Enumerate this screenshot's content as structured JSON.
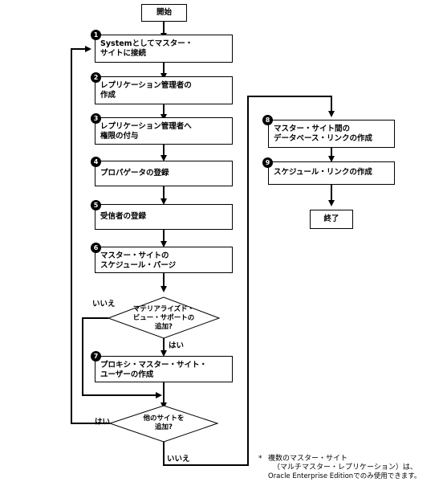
{
  "start": "開始",
  "end": "終了",
  "steps": [
    {
      "num": "1",
      "lines": [
        "Systemとしてマスター・",
        "サイトに接続"
      ]
    },
    {
      "num": "2",
      "lines": [
        "レプリケーション管理者の",
        "作成"
      ]
    },
    {
      "num": "3",
      "lines": [
        "レプリケーション管理者へ",
        "権限の付与"
      ]
    },
    {
      "num": "4",
      "lines": [
        "プロパゲータの登録"
      ]
    },
    {
      "num": "5",
      "lines": [
        "受信者の登録"
      ]
    },
    {
      "num": "6",
      "lines": [
        "マスター・サイトの",
        "スケジュール・パージ"
      ]
    },
    {
      "num": "7",
      "lines": [
        "プロキシ・マスター・サイト・",
        "ユーザーの作成"
      ]
    },
    {
      "num": "8",
      "lines": [
        "マスター・サイト間の",
        "データベース・リンクの作成"
      ]
    },
    {
      "num": "9",
      "lines": [
        "スケジュール・リンクの作成"
      ]
    }
  ],
  "decisions": {
    "mv": {
      "lines": [
        "マテリアライズド・",
        "ビュー・サポートの",
        "追加?"
      ],
      "yes": "はい",
      "no": "いいえ"
    },
    "other": {
      "lines": [
        "他のサイトを",
        "追加?"
      ],
      "yes": "はい",
      "no": "いいえ"
    }
  },
  "footnote": {
    "mark": "*",
    "lines": [
      "複数のマスター・サイト",
      "（マルチマスター・レプリケーション）は、",
      "Oracle Enterprise Editionでのみ使用できます。"
    ]
  }
}
